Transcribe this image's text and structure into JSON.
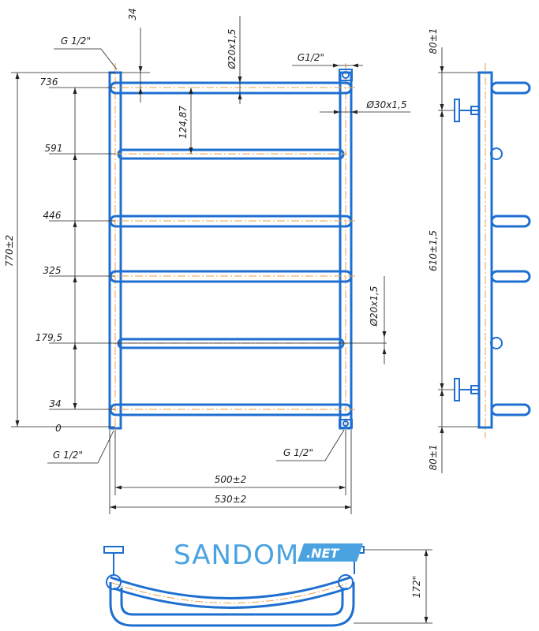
{
  "front_view": {
    "level_labels": [
      "736",
      "591",
      "446",
      "325",
      "179,5",
      "34",
      "0"
    ],
    "total_height": "770±2",
    "pitch": "124,87",
    "top_offset": "34",
    "bar_diameter": "Ø20x1,5",
    "side_bar_diameter": "Ø20x1,5",
    "riser_diameter": "Ø30x1,5",
    "thread_top_left": "G 1/2\"",
    "thread_top_right": "G1/2\"",
    "thread_bottom_left": "G 1/2\"",
    "thread_bottom_right": "G 1/2\"",
    "inner_width": "500±2",
    "outer_width": "530±2"
  },
  "side_view": {
    "top_offset": "80±1",
    "mount_spacing": "610±1,5",
    "bottom_offset": "80±1"
  },
  "top_view": {
    "depth": "172\""
  },
  "watermark": {
    "brand": "SANDOM",
    "suffix": ".NET",
    "color": "#4aa3e0"
  }
}
